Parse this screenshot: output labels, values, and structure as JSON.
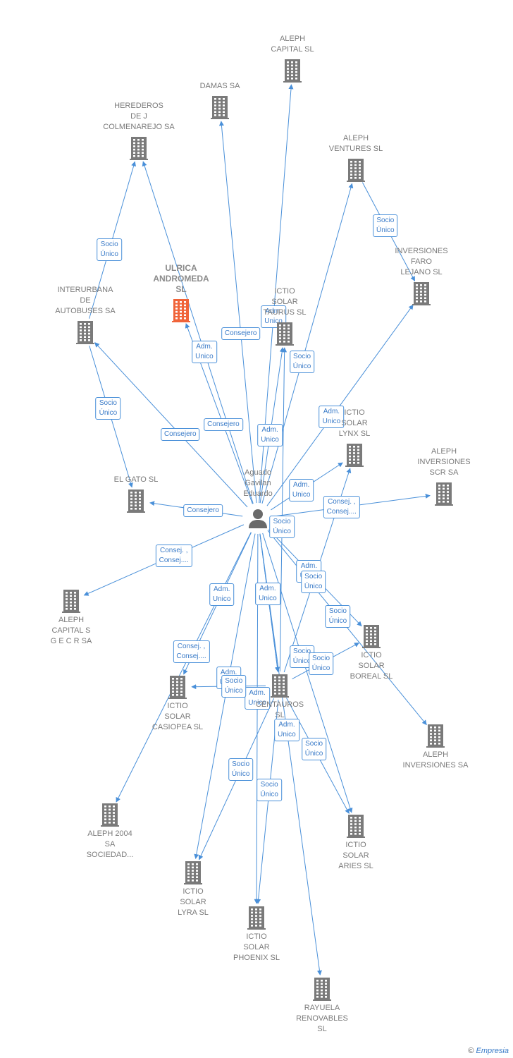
{
  "colors": {
    "edge": "#4a90d9",
    "building": "#7a7a7a",
    "building_highlight": "#f0643a",
    "person": "#6a6a6a"
  },
  "person": {
    "name": "Aguado\nGavilan\nEduardo",
    "icon": "person-icon"
  },
  "companies": [
    {
      "id": "aleph-capital-sl",
      "name": "ALEPH\nCAPITAL SL",
      "icon": "building-icon"
    },
    {
      "id": "damas-sa",
      "name": "DAMAS SA",
      "icon": "building-icon"
    },
    {
      "id": "herederos",
      "name": "HEREDEROS\nDE J\nCOLMENAREJO SA",
      "icon": "building-icon"
    },
    {
      "id": "aleph-ventures",
      "name": "ALEPH\nVENTURES SL",
      "icon": "building-icon"
    },
    {
      "id": "inversiones-faro",
      "name": "INVERSIONES\nFARO\nLEJANO SL",
      "icon": "building-icon"
    },
    {
      "id": "ulrica",
      "name": "ULRICA\nANDROMEDA\nSL",
      "icon": "building-icon",
      "highlight": true
    },
    {
      "id": "ictio-taurus",
      "name": "ICTIO\nSOLAR\nTAURUS SL",
      "icon": "building-icon"
    },
    {
      "id": "interurbana",
      "name": "INTERURBANA\nDE\nAUTOBUSES SA",
      "icon": "building-icon"
    },
    {
      "id": "ictio-lynx",
      "name": "ICTIO\nSOLAR\nLYNX SL",
      "icon": "building-icon"
    },
    {
      "id": "aleph-inv-scr",
      "name": "ALEPH\nINVERSIONES\nSCR SA",
      "icon": "building-icon"
    },
    {
      "id": "el-gato",
      "name": "EL GATO SL",
      "icon": "building-icon"
    },
    {
      "id": "aleph-capital-sgecr",
      "name": "ALEPH\nCAPITAL S\nG E C R SA",
      "icon": "building-icon"
    },
    {
      "id": "ictio-boreal",
      "name": "ICTIO\nSOLAR\nBOREAL SL",
      "icon": "building-icon"
    },
    {
      "id": "ictio-casiopea",
      "name": "ICTIO\nSOLAR\nCASIOPEA SL",
      "icon": "building-icon"
    },
    {
      "id": "centauros",
      "name": "CENTAUROS\nSL",
      "icon": "building-icon"
    },
    {
      "id": "aleph-inversiones-sa",
      "name": "ALEPH\nINVERSIONES SA",
      "icon": "building-icon"
    },
    {
      "id": "aleph-2004",
      "name": "ALEPH 2004\nSA\nSOCIEDAD...",
      "icon": "building-icon"
    },
    {
      "id": "ictio-aries",
      "name": "ICTIO\nSOLAR\nARIES SL",
      "icon": "building-icon"
    },
    {
      "id": "ictio-lyra",
      "name": "ICTIO\nSOLAR\nLYRA SL",
      "icon": "building-icon"
    },
    {
      "id": "ictio-phoenix",
      "name": "ICTIO\nSOLAR\nPHOENIX SL",
      "icon": "building-icon"
    },
    {
      "id": "rayuela",
      "name": "RAYUELA\nRENOVABLES\nSL",
      "icon": "building-icon"
    }
  ],
  "relations": [
    {
      "from": "person",
      "to": "aleph-capital-sl",
      "label": "Adm.\nUnico"
    },
    {
      "from": "person",
      "to": "damas-sa",
      "label": "Consejero"
    },
    {
      "from": "person",
      "to": "herederos",
      "label": "Adm.\nUnico"
    },
    {
      "from": "interurbana",
      "to": "herederos",
      "label": "Socio\nÚnico"
    },
    {
      "from": "person",
      "to": "aleph-ventures",
      "label": "Socio\nÚnico"
    },
    {
      "from": "aleph-ventures",
      "to": "inversiones-faro",
      "label": "Socio\nÚnico"
    },
    {
      "from": "person",
      "to": "ulrica",
      "label": "Consejero"
    },
    {
      "from": "person",
      "to": "ictio-taurus",
      "label": "Adm.\nUnico"
    },
    {
      "from": "person",
      "to": "interurbana",
      "label": "Consejero"
    },
    {
      "from": "interurbana",
      "to": "el-gato",
      "label": "Socio\nÚnico"
    },
    {
      "from": "person",
      "to": "inversiones-faro",
      "label": "Adm.\nUnico"
    },
    {
      "from": "person",
      "to": "ictio-lynx",
      "label": "Adm.\nUnico"
    },
    {
      "from": "person",
      "to": "aleph-inv-scr",
      "label": "Consej. ,\nConsej...."
    },
    {
      "from": "person",
      "to": "el-gato",
      "label": "Consejero"
    },
    {
      "from": "person",
      "to": "aleph-capital-sgecr",
      "label": "Consej. ,\nConsej...."
    },
    {
      "from": "person",
      "to": "ictio-boreal",
      "label": "Adm.\nUnico"
    },
    {
      "from": "person",
      "to": "aleph-inversiones-sa",
      "label": "Socio\nÚnico"
    },
    {
      "from": "person",
      "to": "ictio-casiopea",
      "label": "Adm.\nUnico"
    },
    {
      "from": "person",
      "to": "centauros",
      "label": "Adm.\nUnico"
    },
    {
      "from": "person",
      "to": "aleph-2004",
      "label": "Consej. ,\nConsej...."
    },
    {
      "from": "person",
      "to": "ictio-aries",
      "label": "Socio\nÚnico"
    },
    {
      "from": "person",
      "to": "ictio-lyra",
      "label": "Adm.\nUnico"
    },
    {
      "from": "person",
      "to": "ictio-phoenix",
      "label": "Adm.\nUnico"
    },
    {
      "from": "person",
      "to": "rayuela",
      "label": "Adm.\nUnico"
    },
    {
      "from": "centauros",
      "to": "ictio-taurus",
      "label": "Socio\nÚnico"
    },
    {
      "from": "centauros",
      "to": "ictio-lynx",
      "label": "Socio\nÚnico"
    },
    {
      "from": "centauros",
      "to": "ictio-boreal",
      "label": "Socio\nÚnico"
    },
    {
      "from": "centauros",
      "to": "ictio-casiopea",
      "label": "Socio\nÚnico"
    },
    {
      "from": "centauros",
      "to": "ictio-aries",
      "label": "Socio\nÚnico"
    },
    {
      "from": "centauros",
      "to": "ictio-lyra",
      "label": "Socio\nÚnico"
    },
    {
      "from": "centauros",
      "to": "ictio-phoenix",
      "label": "Socio\nÚnico"
    },
    {
      "from": "person",
      "to": "centauros",
      "label": "Adm.\nUnico"
    }
  ],
  "credit": {
    "symbol": "©",
    "brand": "Empresia"
  }
}
